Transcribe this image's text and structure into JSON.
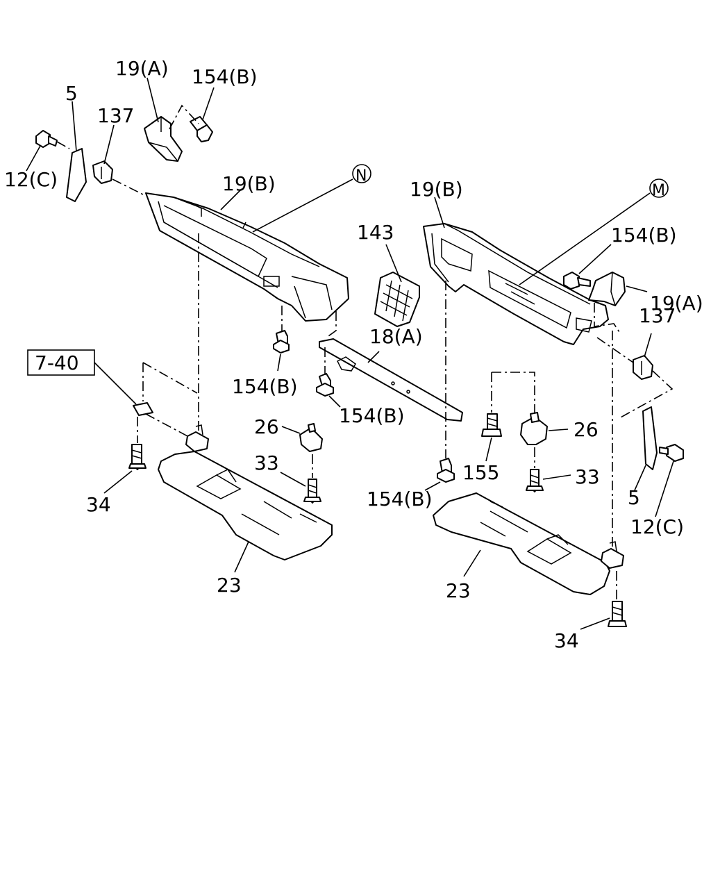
{
  "labels": {
    "l_19A_top": "19(A)",
    "l_154B_top": "154(B)",
    "l_5_left": "5",
    "l_137_left": "137",
    "l_12C_left": "12(C)",
    "l_19B_left": "19(B)",
    "l_N": "N",
    "l_19B_right": "19(B)",
    "l_M": "M",
    "l_143": "143",
    "l_154B_right": "154(B)",
    "l_19A_right": "19(A)",
    "l_137_right": "137",
    "l_7_40": "7-40",
    "l_154B_mid1": "154(B)",
    "l_18A": "18(A)",
    "l_154B_mid2": "154(B)",
    "l_26_left": "26",
    "l_33_left": "33",
    "l_34_left": "34",
    "l_23_left": "23",
    "l_155": "155",
    "l_26_right": "26",
    "l_33_right": "33",
    "l_154B_low": "154(B)",
    "l_5_right": "5",
    "l_12C_right": "12(C)",
    "l_23_right": "23",
    "l_34_right": "34"
  }
}
